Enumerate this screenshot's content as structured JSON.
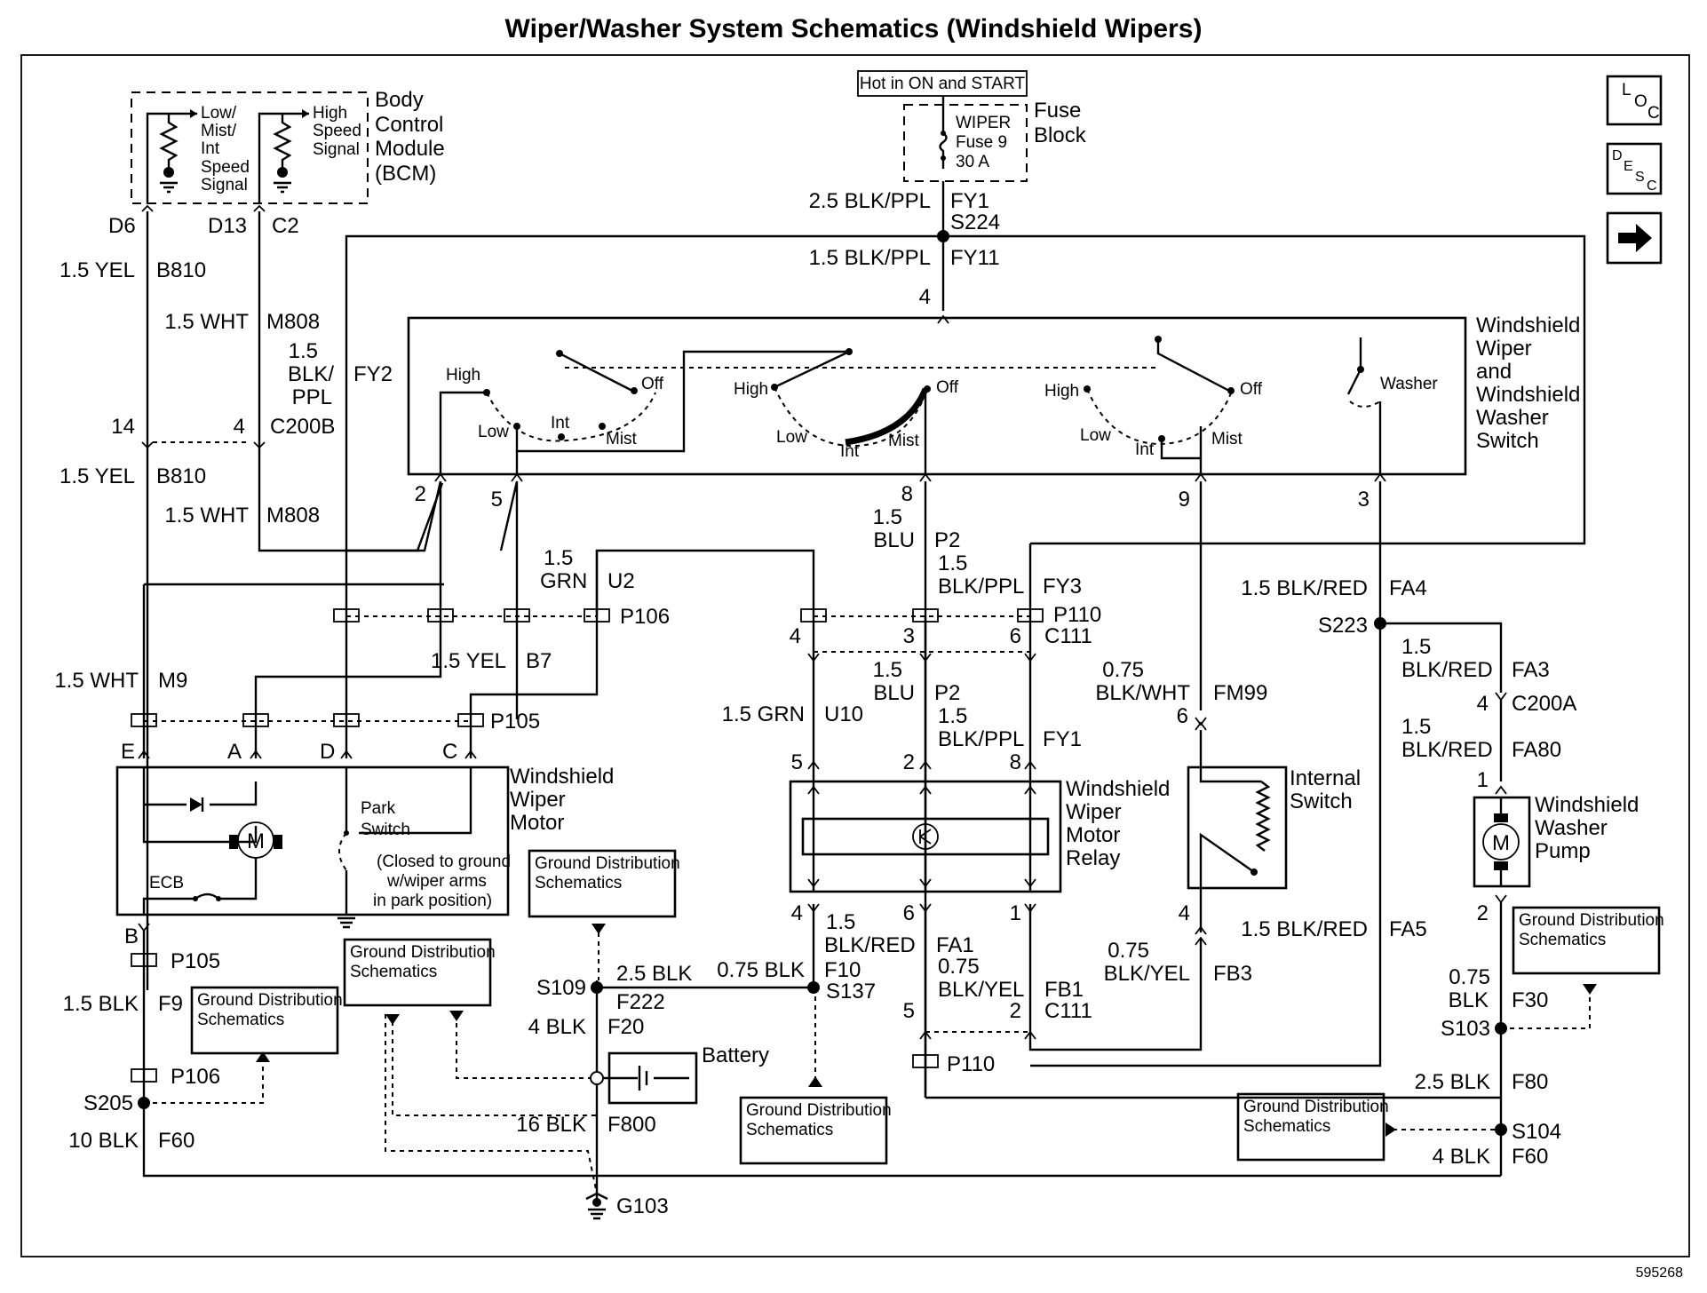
{
  "title": "Wiper/Washer System Schematics (Windshield Wipers)",
  "figure_id": "595268",
  "nav_icons": [
    "loc-icon",
    "desc-icon",
    "next-arrow-icon"
  ],
  "nav": {
    "loc": "LOC",
    "desc": "DESC"
  },
  "bcm": {
    "name": "Body Control Module (BCM)",
    "label_lines": [
      "Body",
      "Control",
      "Module",
      "(BCM)"
    ],
    "signal1_lines": [
      "Low/",
      "Mist/",
      "Int",
      "Speed",
      "Signal"
    ],
    "signal2_lines": [
      "High",
      "Speed",
      "Signal"
    ],
    "pins": [
      "D6",
      "D13",
      "C2"
    ]
  },
  "fuse_block": {
    "hot_label": "Hot in ON and START",
    "fuse_lines": [
      "WIPER",
      "Fuse 9",
      "30 A"
    ],
    "label_lines": [
      "Fuse",
      "Block"
    ]
  },
  "switch": {
    "label_lines": [
      "Windshield",
      "Wiper",
      "and",
      "Windshield",
      "Washer",
      "Switch"
    ],
    "positions": {
      "high": "High",
      "low": "Low",
      "int": "Int",
      "mist": "Mist",
      "off": "Off",
      "washer": "Washer"
    },
    "pins": [
      "2",
      "5",
      "8",
      "9",
      "3",
      "4"
    ]
  },
  "motor": {
    "label_lines": [
      "Windshield",
      "Wiper",
      "Motor"
    ],
    "pins": [
      "E",
      "A",
      "D",
      "C",
      "B"
    ],
    "motor_symbol": "M",
    "ecb": "ECB",
    "park_switch_lines": [
      "Park",
      "Switch"
    ],
    "park_note_lines": [
      "(Closed to ground",
      "w/wiper arms",
      "in park position)"
    ]
  },
  "relay": {
    "label_lines": [
      "Windshield",
      "Wiper",
      "Motor",
      "Relay"
    ],
    "pins_top": [
      "5",
      "2",
      "8"
    ],
    "pins_bottom": [
      "4",
      "6",
      "1"
    ]
  },
  "internal_switch": {
    "label_lines": [
      "Internal",
      "Switch"
    ]
  },
  "washer_pump": {
    "label_lines": [
      "Windshield",
      "Washer",
      "Pump"
    ],
    "motor_symbol": "M",
    "pins": [
      "1",
      "2"
    ]
  },
  "battery": {
    "label": "Battery"
  },
  "ground_dist": {
    "label_lines": [
      "Ground Distribution",
      "Schematics"
    ]
  },
  "ground": {
    "label": "G103"
  },
  "wires": {
    "fy1_size": "2.5 BLK/PPL",
    "fy1": "FY1",
    "s224": "S224",
    "fy11_size": "1.5 BLK/PPL",
    "fy11": "FY11",
    "pin4": "4",
    "b810_size": "1.5 YEL",
    "b810": "B810",
    "m808_size": "1.5 WHT",
    "m808": "M808",
    "fy2_size_lines": [
      "1.5",
      "BLK/",
      "PPL"
    ],
    "fy2": "FY2",
    "c200b_pin14": "14",
    "c200b_pin4": "4",
    "c200b": "C200B",
    "b810b_size": "1.5 YEL",
    "b810b": "B810",
    "m808b_size": "1.5 WHT",
    "m808b": "M808",
    "u2_size_lines": [
      "1.5",
      "GRN"
    ],
    "u2": "U2",
    "p106": "P106",
    "b7_size": "1.5 YEL",
    "b7": "B7",
    "m9_size": "1.5 WHT",
    "m9": "M9",
    "p105": "P105",
    "p2_size_lines": [
      "1.5",
      "BLU"
    ],
    "p2": "P2",
    "fy3_size_lines": [
      "1.5",
      "BLK/PPL"
    ],
    "fy3": "FY3",
    "p110": "P110",
    "c111_pin4": "4",
    "c111_pin3": "3",
    "c111_pin6": "6",
    "c111": "C111",
    "p2b_size_lines": [
      "1.5",
      "BLU"
    ],
    "p2b": "P2",
    "fy1b_size_lines": [
      "1.5",
      "BLK/PPL"
    ],
    "fy1b": "FY1",
    "u10_size": "1.5 GRN",
    "u10": "U10",
    "fa4_size": "1.5 BLK/RED",
    "fa4": "FA4",
    "s223": "S223",
    "fa3_size_lines": [
      "1.5",
      "BLK/RED"
    ],
    "fa3": "FA3",
    "c200a_pin": "4",
    "c200a": "C200A",
    "fa80_size_lines": [
      "1.5",
      "BLK/RED"
    ],
    "fa80": "FA80",
    "fm99_size_lines": [
      "0.75",
      "BLK/WHT"
    ],
    "fm99": "FM99",
    "fm99_pin": "6",
    "fa1_size_lines": [
      "1.5",
      "BLK/RED"
    ],
    "fa1": "FA1",
    "fb1_size_lines": [
      "0.75",
      "BLK/YEL"
    ],
    "fb1": "FB1",
    "c111b_pin5": "5",
    "c111b_pin2": "2",
    "c111b": "C111",
    "fb3_size_lines": [
      "0.75",
      "BLK/YEL"
    ],
    "fb3": "FB3",
    "fb3_pin": "4",
    "fa5_size": "1.5 BLK/RED",
    "fa5": "FA5",
    "p110b": "P110",
    "f10_size": "0.75 BLK",
    "f10": "F10",
    "s137": "S137",
    "f222_size": "2.5 BLK",
    "f222": "F222",
    "s109": "S109",
    "f20_size": "4 BLK",
    "f20": "F20",
    "f800_size": "16 BLK",
    "f800": "F800",
    "f9_size": "1.5 BLK",
    "f9": "F9",
    "p105b": "P105",
    "p106b": "P106",
    "s205": "S205",
    "f60_size": "10 BLK",
    "f60": "F60",
    "f30_size_lines": [
      "0.75",
      "BLK"
    ],
    "f30": "F30",
    "s103": "S103",
    "f80_size": "2.5 BLK",
    "f80": "F80",
    "s104": "S104",
    "f60b_size": "4 BLK",
    "f60b": "F60"
  }
}
